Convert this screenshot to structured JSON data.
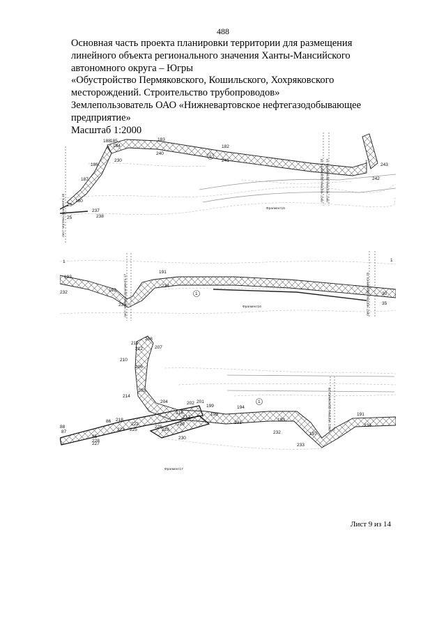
{
  "page_number": "488",
  "heading": {
    "line1": "Основная часть проекта планировки территории для размещения",
    "line2": "линейного объекта регионального значения Ханты-Мансийского",
    "line3": "автономного округа – Югры",
    "line4": "«Обустройство Пермяковского, Кошильского, Хохряковского",
    "line5": "месторождений. Строительство трубопроводов»",
    "line6": "Землепользователь ОАО «Нижневартовское нефтегазодобывающее",
    "line7": "предприятие»",
    "scale": "Масштаб 1:2000"
  },
  "fragments": {
    "f15": {
      "name": "Фрагмент15",
      "points": [
        "188",
        "185",
        "184",
        "183",
        "182",
        "240",
        "241",
        "230",
        "186",
        "187",
        "180",
        "237",
        "238",
        "243",
        "242",
        "1",
        "1",
        "20",
        "25"
      ],
      "sheet_left": "лист чертежа фрагмента 16",
      "sheet_right_a": "лист чертежа фрагмента 15",
      "sheet_right_b": "лист чертежа фрагмента 14"
    },
    "f16": {
      "name": "Фрагмент16",
      "points": [
        "193",
        "232",
        "192",
        "233",
        "191",
        "234",
        "1",
        "1",
        "30",
        "35",
        "1"
      ],
      "sheet_left": "лист чертежа фрагмента 17",
      "sheet_right": "лист чертежа фрагмента 15"
    },
    "f17": {
      "name": "Фрагмент17",
      "points": [
        "208",
        "211",
        "212",
        "207",
        "210",
        "206",
        "205",
        "214",
        "204",
        "202",
        "201",
        "199",
        "195",
        "194",
        "193",
        "1",
        "191",
        "234",
        "233",
        "232",
        "231",
        "218",
        "216",
        "217",
        "223",
        "222",
        "225",
        "226",
        "228",
        "229",
        "230",
        "227",
        "88",
        "87",
        "85",
        "86",
        "228",
        "197"
      ],
      "sheet_right": "лист чертежа фрагмента 16"
    }
  },
  "footer": "Лист 9 из 14"
}
